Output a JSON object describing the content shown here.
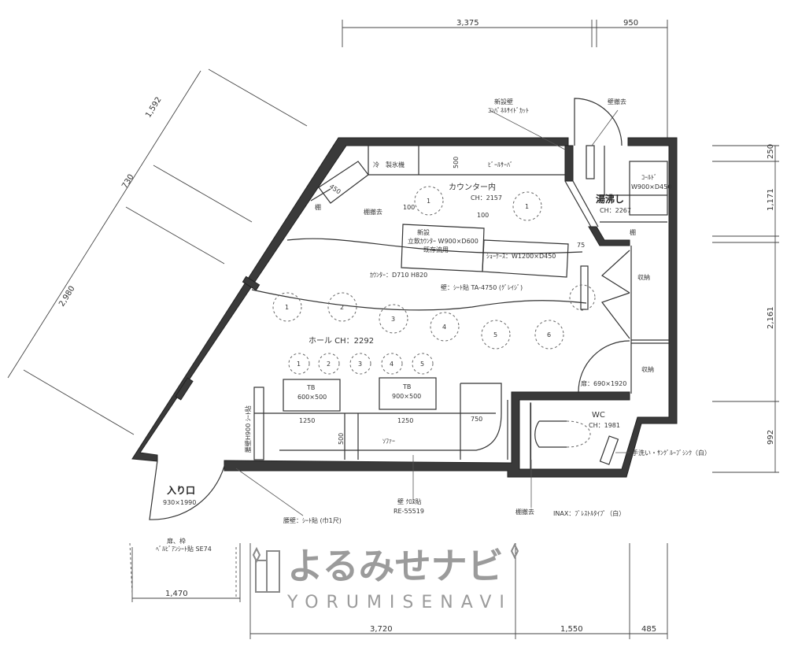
{
  "dimensions": {
    "top_main": "3,375",
    "top_right": "950",
    "diag_1": "1,592",
    "diag_2": "730",
    "diag_3": "2,980",
    "right_1": "250",
    "right_2": "1,171",
    "right_3": "2,161",
    "right_4": "992",
    "bottom_1": "3,720",
    "bottom_2": "1,550",
    "bottom_3": "485",
    "entrance_width": "1,470"
  },
  "labels": {
    "new_wall": "新設壁",
    "new_wall_note": "ｺﾝﾊﾟﾈﾙｻｲﾄﾞｶｯﾄ",
    "wall_removal": "壁撤去",
    "cold": "冷",
    "ice_machine": "製氷機",
    "depth_500": "500",
    "beer_server": "ﾋﾞｰﾙｻｰﾊﾞ",
    "counter_inside": "カウンター内",
    "counter_ch": "CH：2157",
    "shelf_removal": "棚撤去",
    "dim_100a": "100",
    "dim_100b": "100",
    "water_heater": "湯沸し",
    "water_heater_ch": "CH：2267",
    "fridge": "ｺｰﾙﾄﾞ",
    "fridge_size": "W900×D450",
    "shelf": "棚",
    "shelf_left": "棚",
    "dim_450": "450",
    "new_item": "新設",
    "standing_counter": "立飲ｶｳﾝﾀｰ W900×D600",
    "reuse": "既存流用",
    "showcase": "ｼｮｰｹｰｽ：W1200×D450",
    "counter_spec": "ｶｳﾝﾀｰ：D710 H820",
    "wall_sheet": "壁：ｼｰﾄ貼 TA-4750 (ｸﾞﾚｲｼﾞ)",
    "dim_75": "75",
    "storage_1": "収納",
    "storage_2": "収納",
    "hall": "ホール CH：2292",
    "tb1": "TB",
    "tb1_size": "600×500",
    "tb2": "TB",
    "tb2_size": "900×500",
    "sofa_1250a": "1250",
    "sofa_1250b": "1250",
    "sofa_750": "750",
    "sofa": "ｿﾌｧｰ",
    "sofa_depth": "500",
    "waist_wall_note": "腰壁H900 ｼｰﾄ貼",
    "wall_cloth": "壁 ｸﾛｽ貼",
    "wall_cloth_code": "RE-55519",
    "waist_wall": "腰壁：ｼｰﾄ貼 (巾1尺)",
    "entrance": "入り口",
    "entrance_size": "930×1990",
    "door_frame": "扉、枠",
    "door_frame_sheet": "ﾍﾞﾙﾋﾞｱﾝｼｰﾄ貼 SE74",
    "wc": "WC",
    "wc_ch": "CH：1981",
    "wc_door": "扉：690×1920",
    "hand_wash": "手洗い・ｻﾝｸﾞﾙｰﾌﾞｼﾝｸ（白）",
    "toilet_model": "INAX：ﾌﾞﾚｽﾄﾙﾀｲﾌﾟ（白）",
    "wc_shelf": "棚撤去"
  },
  "seats_upper": [
    "1",
    "2",
    "3",
    "4",
    "5",
    "6"
  ],
  "seats_lower": [
    "1",
    "2",
    "3",
    "4",
    "5"
  ],
  "seats_counter": [
    "1",
    "1"
  ],
  "watermark": {
    "logo_jp": "よるみせナビ",
    "logo_en": "YORUMISENAVI"
  }
}
